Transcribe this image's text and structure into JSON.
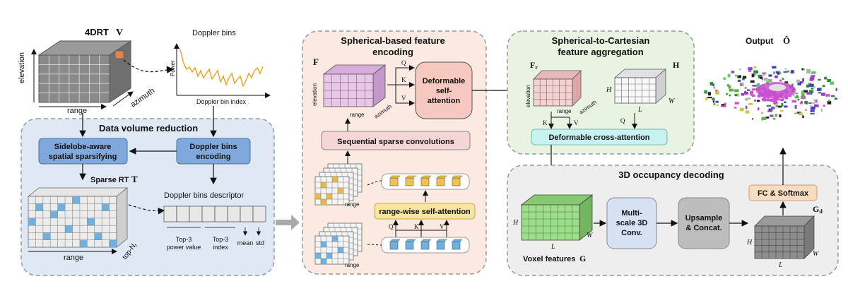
{
  "input": {
    "title": "4DRT",
    "symbol": "V",
    "axis_elevation": "elevation",
    "axis_range": "range",
    "axis_azimuth": "azimuth"
  },
  "doppler_plot": {
    "title": "Doppler bins",
    "ylabel": "Power",
    "xlabel": "Doppler bin index"
  },
  "data_volume_reduction": {
    "title": "Data volume reduction",
    "sidelobe_box": [
      "Sidelobe-aware",
      "spatial sparsifying"
    ],
    "doppler_box": [
      "Doppler bins",
      "encoding"
    ],
    "sparse_rt_label": "Sparse RT",
    "sparse_rt_symbol": "T",
    "descriptor_label": "Doppler bins descriptor",
    "desc_top3_power": [
      "Top-3",
      "power value"
    ],
    "desc_top3_index": [
      "Top-3",
      "index"
    ],
    "desc_mean": "mean",
    "desc_std": "std",
    "axis_range": "range",
    "axis_topn": "top-N",
    "axis_topn_sub": "r"
  },
  "spherical_encoding": {
    "title": [
      "Spherical-based feature",
      "encoding"
    ],
    "feature_symbol": "F",
    "axis_elevation": "elevation",
    "axis_range": "range",
    "axis_azimuth": "azimuth",
    "q": "Q",
    "k": "K",
    "v": "V",
    "deformable_box": [
      "Deformable",
      "self-",
      "attention"
    ],
    "sparse_conv": "Sequential sparse convolutions",
    "range_attention": "range-wise self-attention",
    "axis_range_small": "range"
  },
  "aggregation": {
    "title": [
      "Spherical-to-Cartesian",
      "feature aggregation"
    ],
    "fr_symbol": "F",
    "fr_sub": "r",
    "h_symbol": "H",
    "axis_elevation": "elevation",
    "axis_range": "range",
    "axis_azimuth": "azimuth",
    "h_dim": "H",
    "l_dim": "L",
    "w_dim": "W",
    "k": "K",
    "v": "V",
    "q": "Q",
    "cross_attention": "Deformable cross-attention"
  },
  "occupancy_decoding": {
    "title": "3D occupancy decoding",
    "multiscale_box": [
      "Multi-",
      "scale 3D",
      "Conv."
    ],
    "upsample_box": [
      "Upsample",
      "& Concat."
    ],
    "fc_box": "FC & Softmax",
    "voxel_label": "Voxel features",
    "voxel_symbol": "G",
    "gd_symbol": "G",
    "gd_sub": "d",
    "h_dim": "H",
    "l_dim": "L",
    "w_dim": "W"
  },
  "output": {
    "label": "Output",
    "symbol": "Ô"
  },
  "colors": {
    "panel_blue_bg": "#dfe8f5",
    "panel_pink_bg": "#fbeae2",
    "panel_green_bg": "#e8f3e2",
    "panel_gray_bg": "#eeeeee",
    "box_blue": "#7fa8dc",
    "box_pink": "#f5d5d5",
    "box_cyan": "#c8f2f0",
    "box_yellow": "#f8e6a0",
    "box_orange": "#f6dcc0",
    "voxel_green": "#9fdc8c",
    "voxel_pink": "#e7c6e8",
    "doppler_line": "#e8a21a",
    "highlight_orange": "#e2844a"
  }
}
